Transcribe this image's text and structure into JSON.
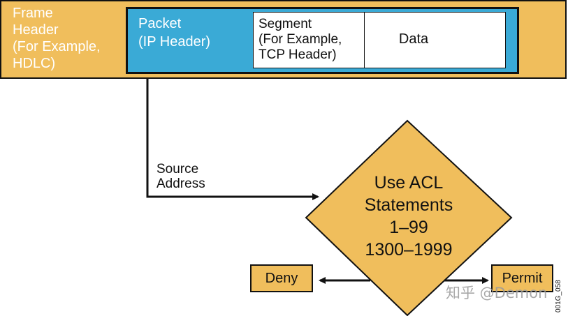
{
  "frame": {
    "label": "Frame\nHeader\n(For Example,\nHDLC)",
    "fill": "#f0be5c"
  },
  "packet": {
    "label": "Packet\n(IP Header)",
    "fill": "#3aaad6"
  },
  "segment": {
    "label": "Segment\n(For Example,\nTCP Header)"
  },
  "data": {
    "label": "Data"
  },
  "flow": {
    "source_label": "Source\nAddress"
  },
  "decision": {
    "label": "Use ACL\nStatements\n1–99\n1300–1999"
  },
  "outcomes": {
    "deny": "Deny",
    "permit": "Permit"
  },
  "watermark": "知乎 @Demon",
  "figure_id": "001G_058"
}
